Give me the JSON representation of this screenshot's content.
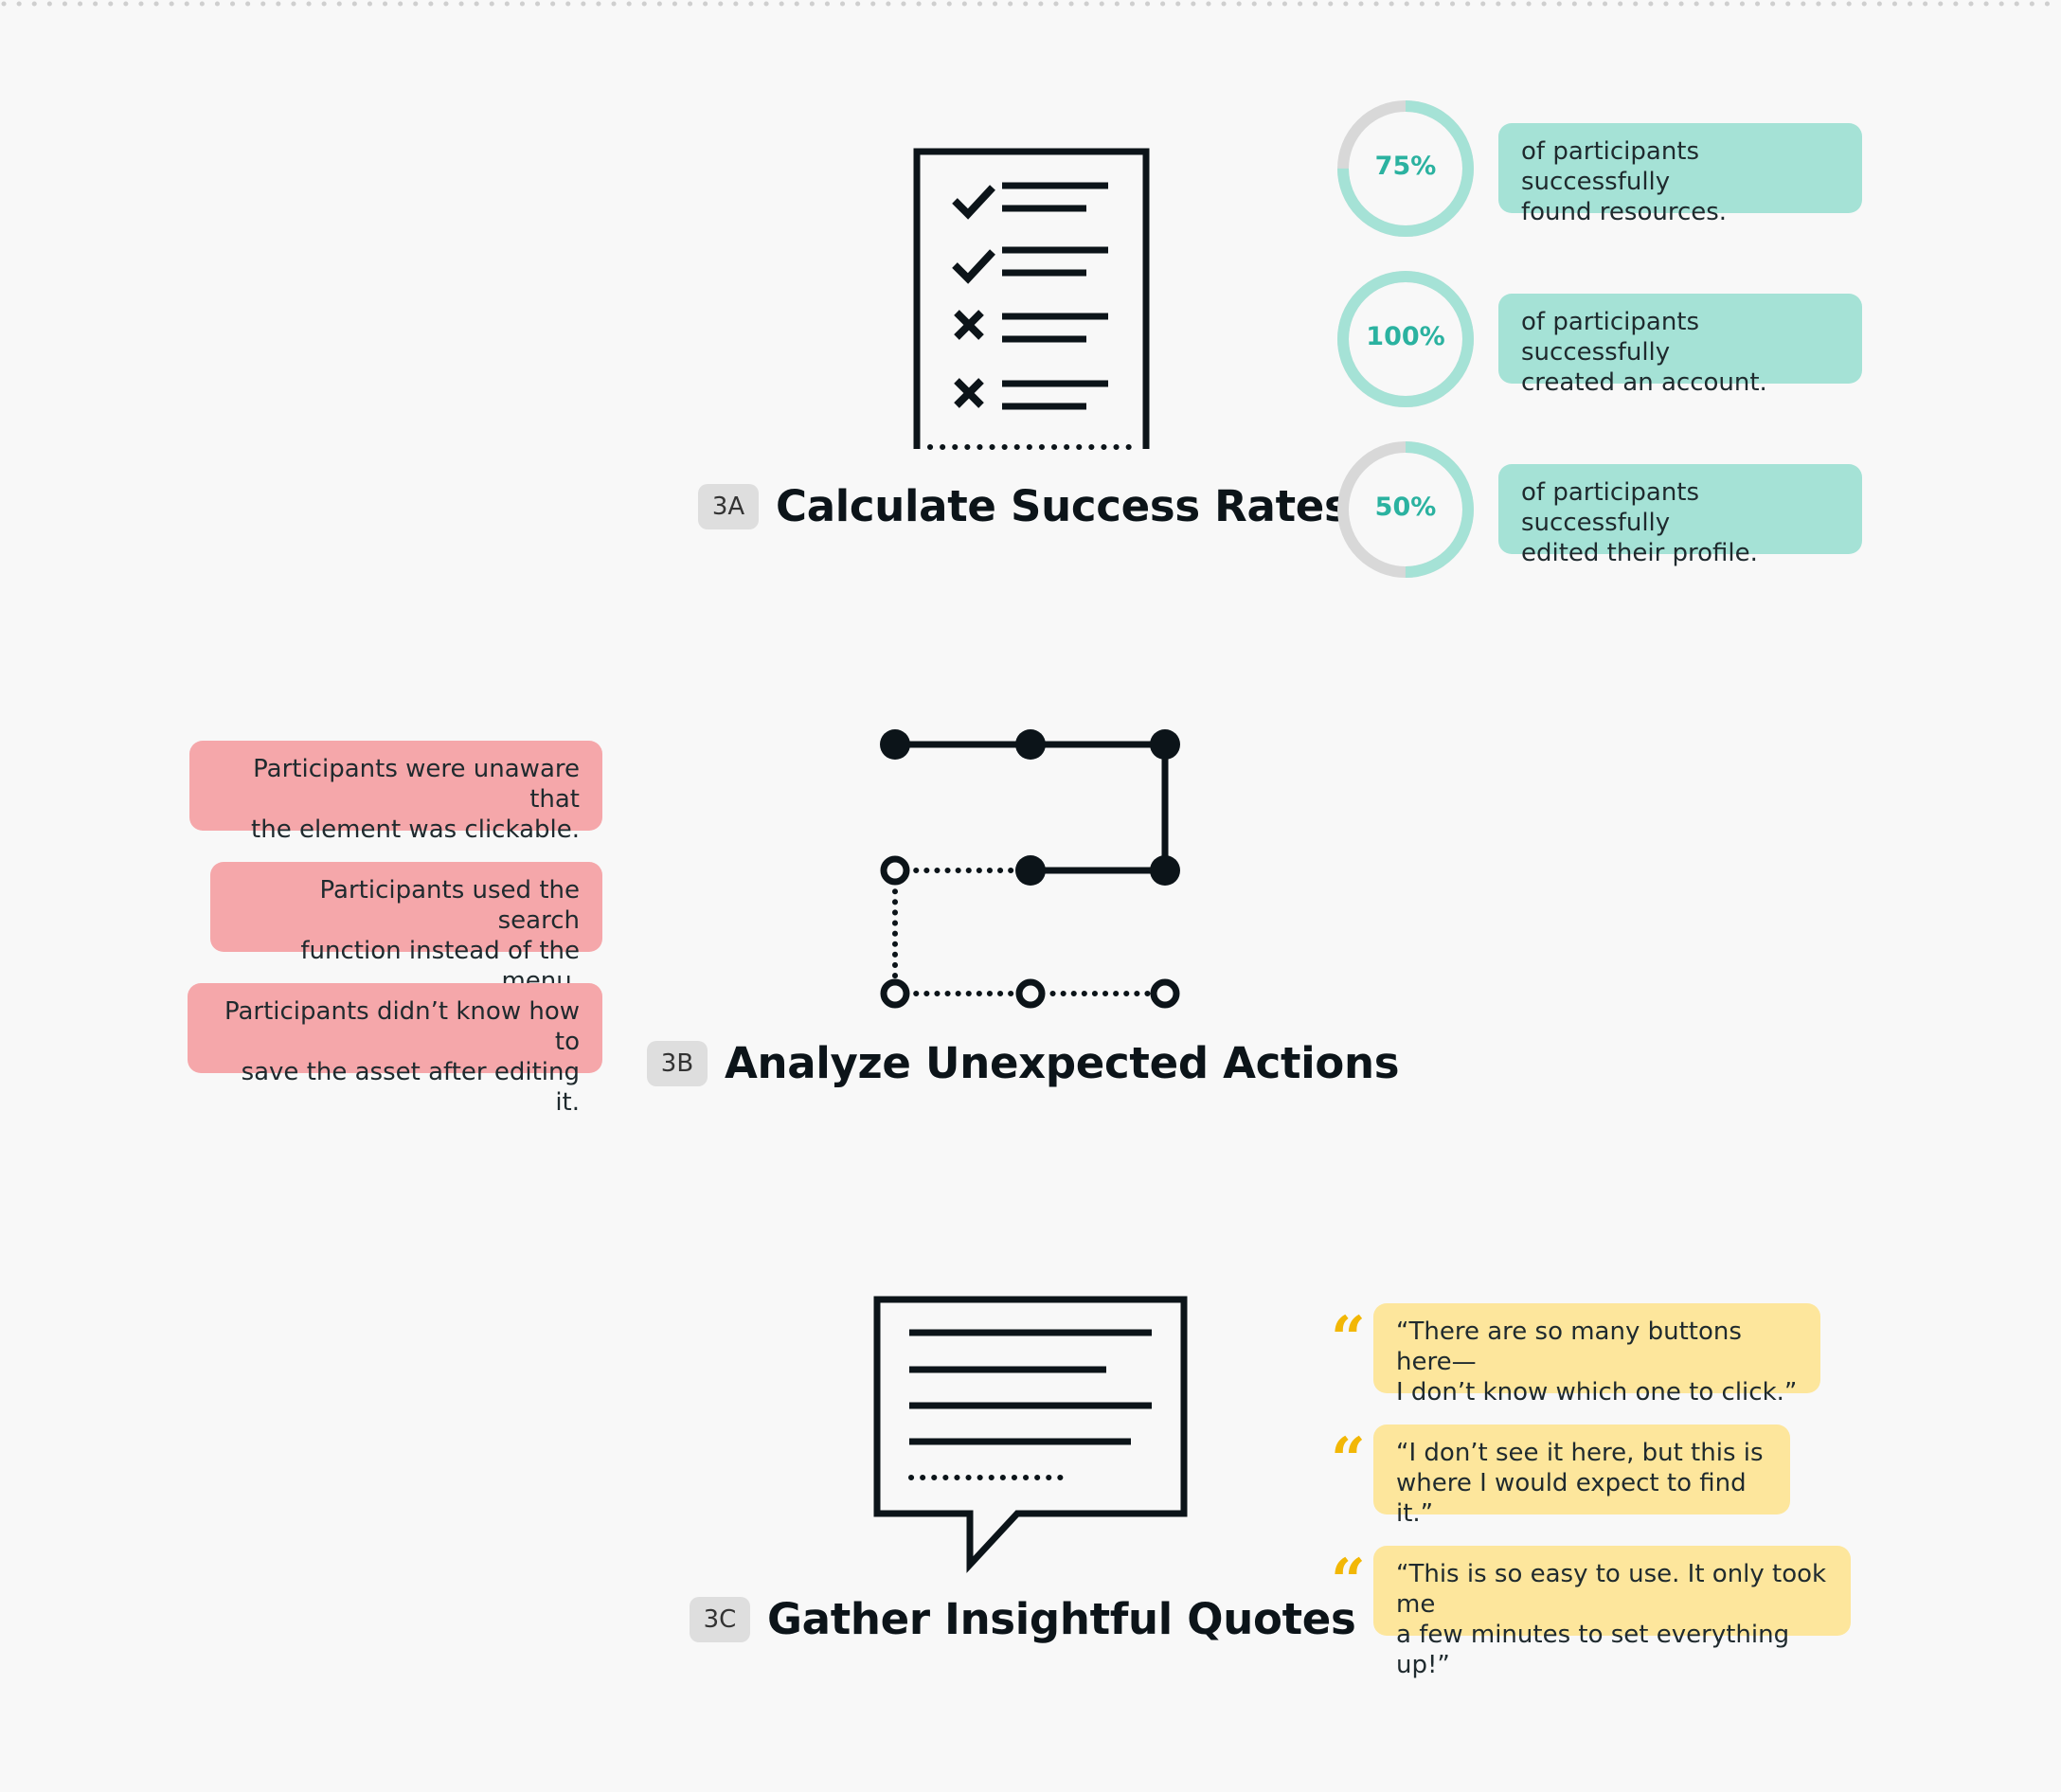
{
  "colors": {
    "teal_fill": "#a5e2d6",
    "teal_text": "#2bb2a0",
    "ring_track": "#d8d8d8",
    "red_fill": "#f5a7aa",
    "yellow_fill": "#fde69c",
    "quote_mark": "#f2b705",
    "ink": "#0c1419"
  },
  "section_a": {
    "badge": "3A",
    "title": "Calculate Success Rates",
    "icon": "checklist-document-icon",
    "stats": [
      {
        "percent_label": "75%",
        "fraction": 0.75,
        "text": "of participants successfully\nfound resources."
      },
      {
        "percent_label": "100%",
        "fraction": 1.0,
        "text": "of participants successfully\ncreated an account."
      },
      {
        "percent_label": "50%",
        "fraction": 0.5,
        "text": "of participants successfully\nedited their profile."
      }
    ]
  },
  "section_b": {
    "badge": "3B",
    "title": "Analyze Unexpected Actions",
    "icon": "path-flow-icon",
    "notes": [
      {
        "text": "Participants were unaware that\nthe element was clickable."
      },
      {
        "text": "Participants used the search\nfunction instead of the menu."
      },
      {
        "text": "Participants didn’t know how to\nsave the asset after editing it."
      }
    ]
  },
  "section_c": {
    "badge": "3C",
    "title": "Gather Insightful Quotes",
    "icon": "speech-bubble-icon",
    "quotes": [
      {
        "mark": "“",
        "text": "“There are so many buttons here—\nI don’t know which one to click.”"
      },
      {
        "mark": "“",
        "text": "“I don’t see it here, but this is\nwhere I would expect to find it.”"
      },
      {
        "mark": "“",
        "text": "“This is so easy to use. It only took me\na few minutes to set everything up!”"
      }
    ]
  }
}
